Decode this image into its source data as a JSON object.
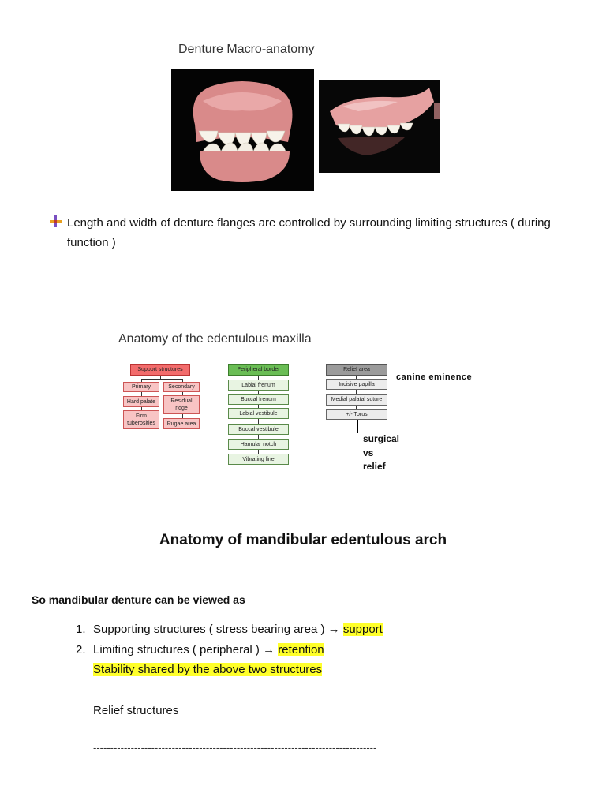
{
  "section1": {
    "title": "Denture Macro-anatomy",
    "bullet_text": "Length and width of denture flanges are controlled by surrounding limiting structures ( during function )"
  },
  "section2": {
    "title": "Anatomy of the edentulous maxilla",
    "support": {
      "header": "Support structures",
      "primary": "Primary",
      "secondary": "Secondary",
      "hard_palate": "Hard palate",
      "firm_tuberosities": "Firm tuberosities",
      "residual_ridge": "Residual ridge",
      "rugae_area": "Rugae area"
    },
    "peripheral": {
      "header": "Peripheral border",
      "items": [
        "Labial frenum",
        "Buccal frenum",
        "Labial vestibule",
        "Buccal vestibule",
        "Hamular notch",
        "Vibrating line"
      ]
    },
    "relief": {
      "header": "Relief area",
      "items": [
        "Incisive papilla",
        "Medial palatal suture",
        "+/- Torus"
      ]
    },
    "canine_note": "canine eminence",
    "surgical_note": [
      "surgical",
      "vs",
      "relief"
    ]
  },
  "section3": {
    "title": "Anatomy of mandibular edentulous arch",
    "intro": "So mandibular denture can be viewed as",
    "list": [
      {
        "num": "1.",
        "text": "Supporting structures ( stress bearing area ) → ",
        "highlight": "support"
      },
      {
        "num": "2.",
        "text": "Limiting structures ( peripheral ) → ",
        "highlight": "retention"
      }
    ],
    "stability": "Stability shared by the above two structures",
    "relief": "Relief structures",
    "dashes": "-----------------------------------------------------------------------------------"
  },
  "colors": {
    "highlight": "#ffff2a",
    "support_header": "#f26c6c",
    "peripheral_header": "#6abd55",
    "relief_header": "#9b9b9b"
  }
}
